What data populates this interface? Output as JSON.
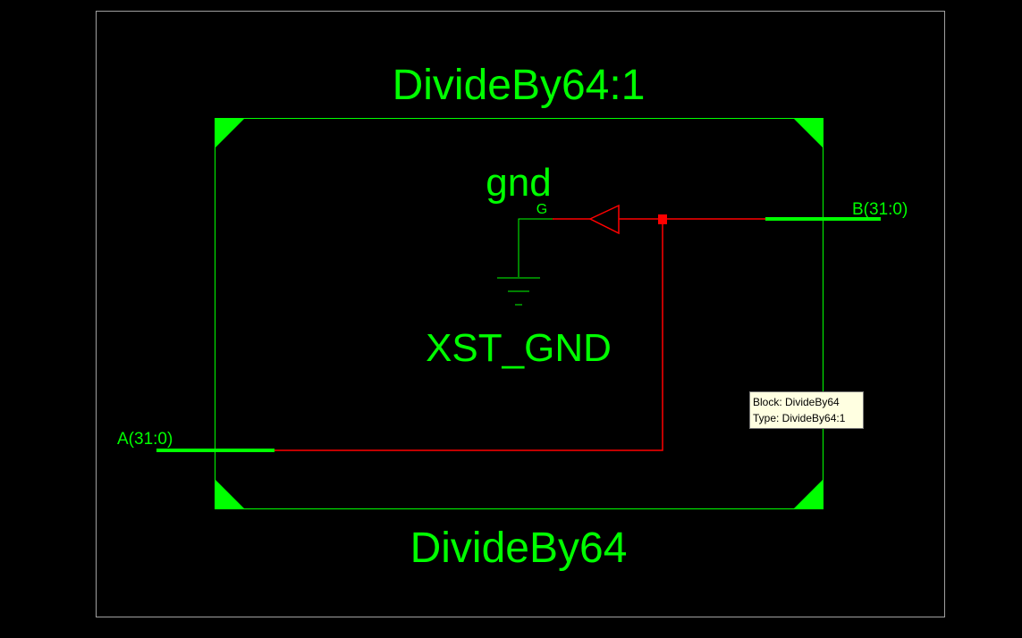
{
  "schematic": {
    "instance_label": "DivideBy64:1",
    "block_name": "DivideBy64",
    "gnd_instance_label": "gnd",
    "gnd_pin_label": "G",
    "gnd_primitive_name": "XST_GND",
    "ports": {
      "input_a": "A(31:0)",
      "output_b": "B(31:0)"
    }
  },
  "tooltip": {
    "block_line": "Block: DivideBy64",
    "type_line": "Type: DivideBy64:1"
  },
  "colors": {
    "background": "#000000",
    "frame": "#a0a0a0",
    "symbol": "#00ff00",
    "net": "#ff0000",
    "tooltip_bg": "#ffffe1"
  }
}
